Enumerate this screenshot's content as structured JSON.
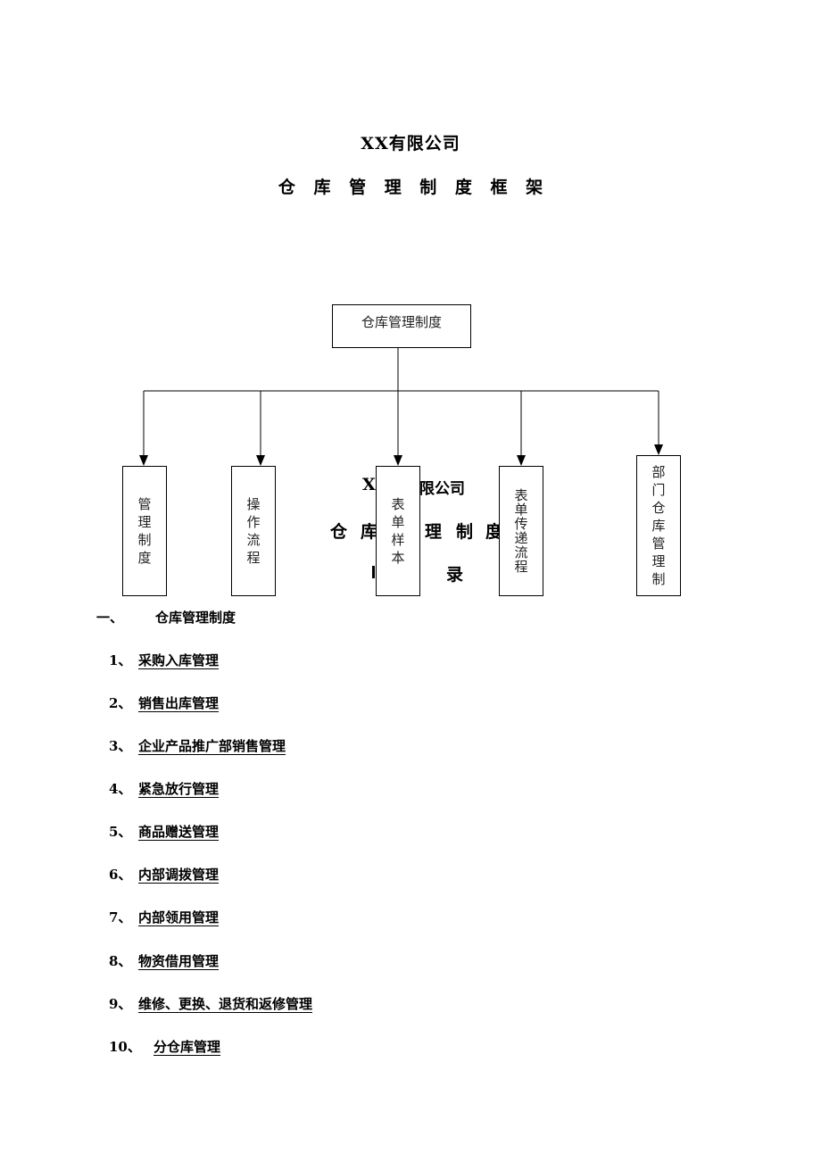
{
  "header": {
    "company": "XX有限公司",
    "doc_title": "仓 库 管 理 制 度 框 架"
  },
  "diagram": {
    "root": "仓库管理制度",
    "children": [
      {
        "chars": [
          "管",
          "理",
          "制",
          "度"
        ]
      },
      {
        "chars": [
          "操",
          "作",
          "流",
          "程"
        ]
      },
      {
        "chars": [
          "表",
          "单",
          "样",
          "本"
        ]
      },
      {
        "chars": [
          "表",
          "单",
          "传",
          "递",
          "流",
          "程"
        ]
      },
      {
        "chars": [
          "部",
          "门",
          "仓",
          "库",
          "管",
          "理",
          "制"
        ]
      }
    ]
  },
  "ghost": {
    "xx": "XX",
    "company_tail": "限公司",
    "cang": "仓",
    "ku": "库",
    "li": "理",
    "zhi": "制",
    "du": "度",
    "lu": "录"
  },
  "toc": {
    "section_num": "一、",
    "section_title": "仓库管理制度",
    "items": [
      {
        "idx": "1、",
        "label": "采购入库管理"
      },
      {
        "idx": "2、",
        "label": "销售出库管理"
      },
      {
        "idx": "3、",
        "label": "企业产品推广部销售管理"
      },
      {
        "idx": "4、",
        "label": "紧急放行管理"
      },
      {
        "idx": "5、",
        "label": "商品赠送管理"
      },
      {
        "idx": "6、",
        "label": "内部调拨管理"
      },
      {
        "idx": "7、",
        "label": "内部领用管理"
      },
      {
        "idx": "8、",
        "label": "物资借用管理"
      },
      {
        "idx": "9、",
        "label": "维修、更换、退货和返修管理"
      },
      {
        "idx": "10、",
        "label": "分仓库管理"
      }
    ]
  }
}
